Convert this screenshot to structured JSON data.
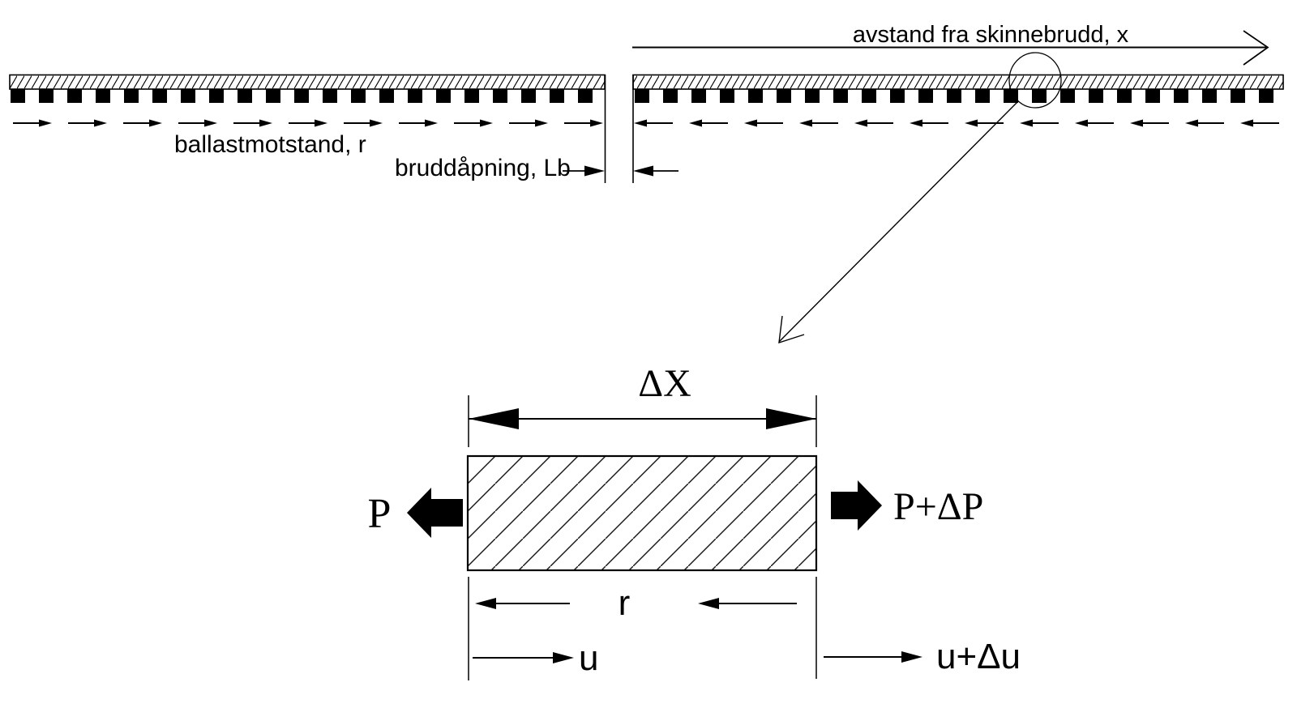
{
  "page": {
    "background_color": "#ffffff",
    "ink_color": "#000000"
  },
  "top_diagram": {
    "distance_label": "avstand fra skinnebrudd, x",
    "ballast_label": "ballastmotstand, r",
    "gap_label": "bruddåpning, Lb"
  },
  "element_diagram": {
    "dx_label": "ΔX",
    "left_force_label": "P",
    "right_force_label": "P+ΔP",
    "resistance_label": "r",
    "left_displacement_label": "u",
    "right_displacement_label": "u+Δu"
  }
}
